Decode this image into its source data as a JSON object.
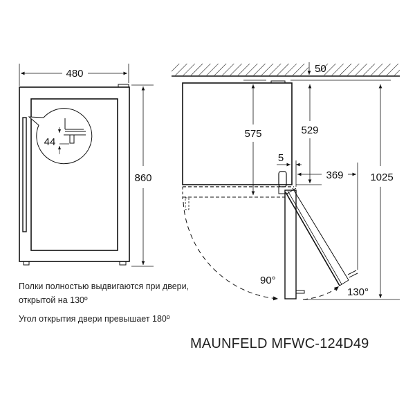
{
  "front_view": {
    "width_label": "480",
    "height_label": "860",
    "shelf_label": "44"
  },
  "side_view": {
    "ceiling_gap_label": "50",
    "depth_label": "575",
    "depth_to_hinge_label": "529",
    "total_depth_open_label": "1025",
    "hinge_gap_label": "5",
    "door_offset_label": "369",
    "angle_90_label": "90°",
    "angle_130_label": "130°"
  },
  "notes": {
    "line1": "Полки полностью выдвигаются при двери,",
    "line2": "открытой на 130º",
    "line3": "Угол открытия двери превышает 180º"
  },
  "model": "MAUNFELD MFWC-124D49"
}
